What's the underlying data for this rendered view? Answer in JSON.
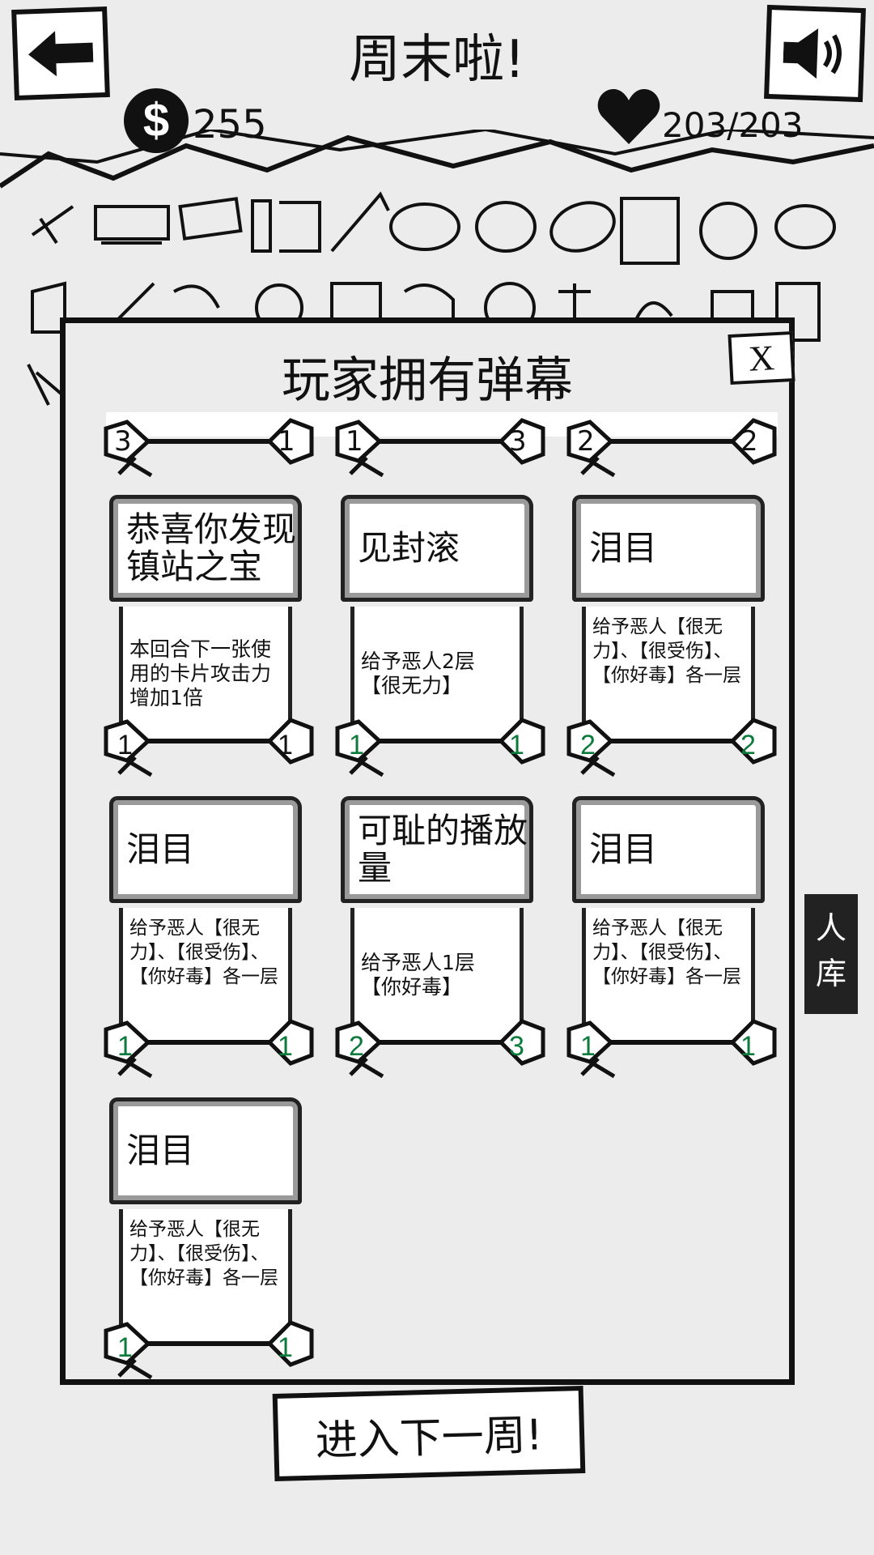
{
  "header": {
    "title": "周末啦!",
    "coins": "255",
    "hp": "203/203"
  },
  "panel": {
    "title": "玩家拥有弹幕",
    "close_label": "X",
    "top_row_badges": [
      {
        "left": "3",
        "right": "1"
      },
      {
        "left": "1",
        "right": "3"
      },
      {
        "left": "2",
        "right": "2"
      }
    ],
    "cards": [
      {
        "name": "恭喜你发现镇站之宝",
        "desc": "本回合下一张使用的卡片攻击力增加1倍",
        "left": "1",
        "right": "1",
        "left_green": false,
        "right_green": false
      },
      {
        "name": "见封滚",
        "desc": "给予恶人2层【很无力】",
        "left": "1",
        "right": "1",
        "left_green": true,
        "right_green": true
      },
      {
        "name": "泪目",
        "desc": "给予恶人【很无力】、【很受伤】、【你好毒】各一层",
        "left": "2",
        "right": "2",
        "left_green": true,
        "right_green": true
      },
      {
        "name": "泪目",
        "desc": "给予恶人【很无力】、【很受伤】、【你好毒】各一层",
        "left": "1",
        "right": "1",
        "left_green": true,
        "right_green": true
      },
      {
        "name": "可耻的播放量",
        "desc": "给予恶人1层【你好毒】",
        "left": "2",
        "right": "3",
        "left_green": true,
        "right_green": true
      },
      {
        "name": "泪目",
        "desc": "给予恶人【很无力】、【很受伤】、【你好毒】各一层",
        "left": "1",
        "right": "1",
        "left_green": true,
        "right_green": true
      },
      {
        "name": "泪目",
        "desc": "给予恶人【很无力】、【很受伤】、【你好毒】各一层",
        "left": "1",
        "right": "1",
        "left_green": true,
        "right_green": true
      }
    ]
  },
  "next_button": "进入下一周!",
  "side_tab": "人库"
}
